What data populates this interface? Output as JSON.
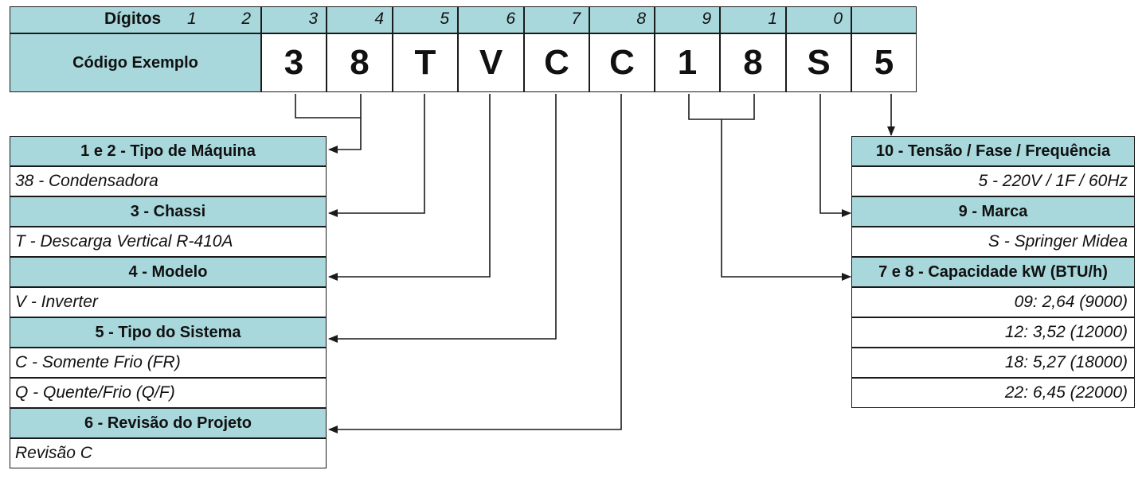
{
  "header": {
    "digits_label": "Dígitos",
    "digit1": "1",
    "digit2": "2",
    "digits": [
      "3",
      "4",
      "5",
      "6",
      "7",
      "8",
      "9",
      "1",
      "0",
      ""
    ]
  },
  "example": {
    "label": "Código Exemplo",
    "chars": [
      "3",
      "8",
      "T",
      "V",
      "C",
      "C",
      "1",
      "8",
      "S",
      "5"
    ]
  },
  "left_groups": [
    {
      "title": "1 e 2 - Tipo de Máquina",
      "values": [
        "38 - Condensadora"
      ]
    },
    {
      "title": "3 - Chassi",
      "values": [
        "T - Descarga Vertical R-410A"
      ]
    },
    {
      "title": "4 - Modelo",
      "values": [
        "V - Inverter"
      ]
    },
    {
      "title": "5 - Tipo do Sistema",
      "values": [
        "C - Somente Frio (FR)",
        "Q - Quente/Frio (Q/F)"
      ]
    },
    {
      "title": "6 - Revisão do Projeto",
      "values": [
        "Revisão C"
      ]
    }
  ],
  "right_groups": [
    {
      "title": "10 - Tensão / Fase / Frequência",
      "values": [
        "5 - 220V / 1F / 60Hz"
      ]
    },
    {
      "title": "9 - Marca",
      "values": [
        "S - Springer Midea"
      ]
    },
    {
      "title": "7 e 8 - Capacidade kW (BTU/h)",
      "values": [
        "09: 2,64 (9000)",
        "12: 3,52 (12000)",
        "18: 5,27 (18000)",
        "22: 6,45 (22000)"
      ]
    }
  ],
  "colors": {
    "header_fill": "#a8d8dc",
    "line": "#1a1a1a"
  }
}
